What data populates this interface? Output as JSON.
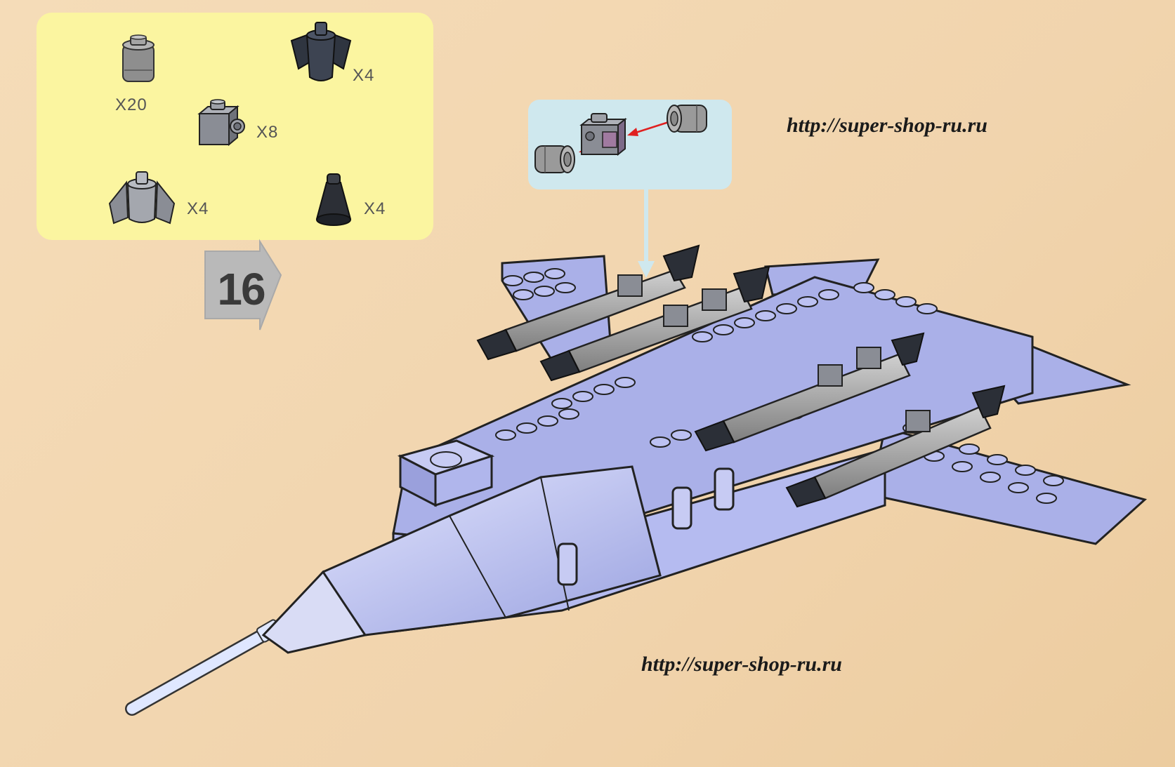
{
  "parts_list": {
    "items": [
      {
        "name": "round-brick-1x1",
        "quantity": "X20"
      },
      {
        "name": "cone-fin-dark",
        "quantity": "X4"
      },
      {
        "name": "bracket-brick-1x1",
        "quantity": "X8"
      },
      {
        "name": "cone-fin-grey",
        "quantity": "X4"
      },
      {
        "name": "cone-dark",
        "quantity": "X4"
      }
    ]
  },
  "step": {
    "number": "16"
  },
  "watermarks": {
    "top": "http://super-shop-ru.ru",
    "bottom": "http://super-shop-ru.ru"
  },
  "colors": {
    "parts_panel": "#fbf5a0",
    "detail_panel": "#cfe8ee",
    "model_blue": "#aab0e8",
    "missile_grey": "#9a9a9a",
    "arrow_red": "#e02020"
  }
}
